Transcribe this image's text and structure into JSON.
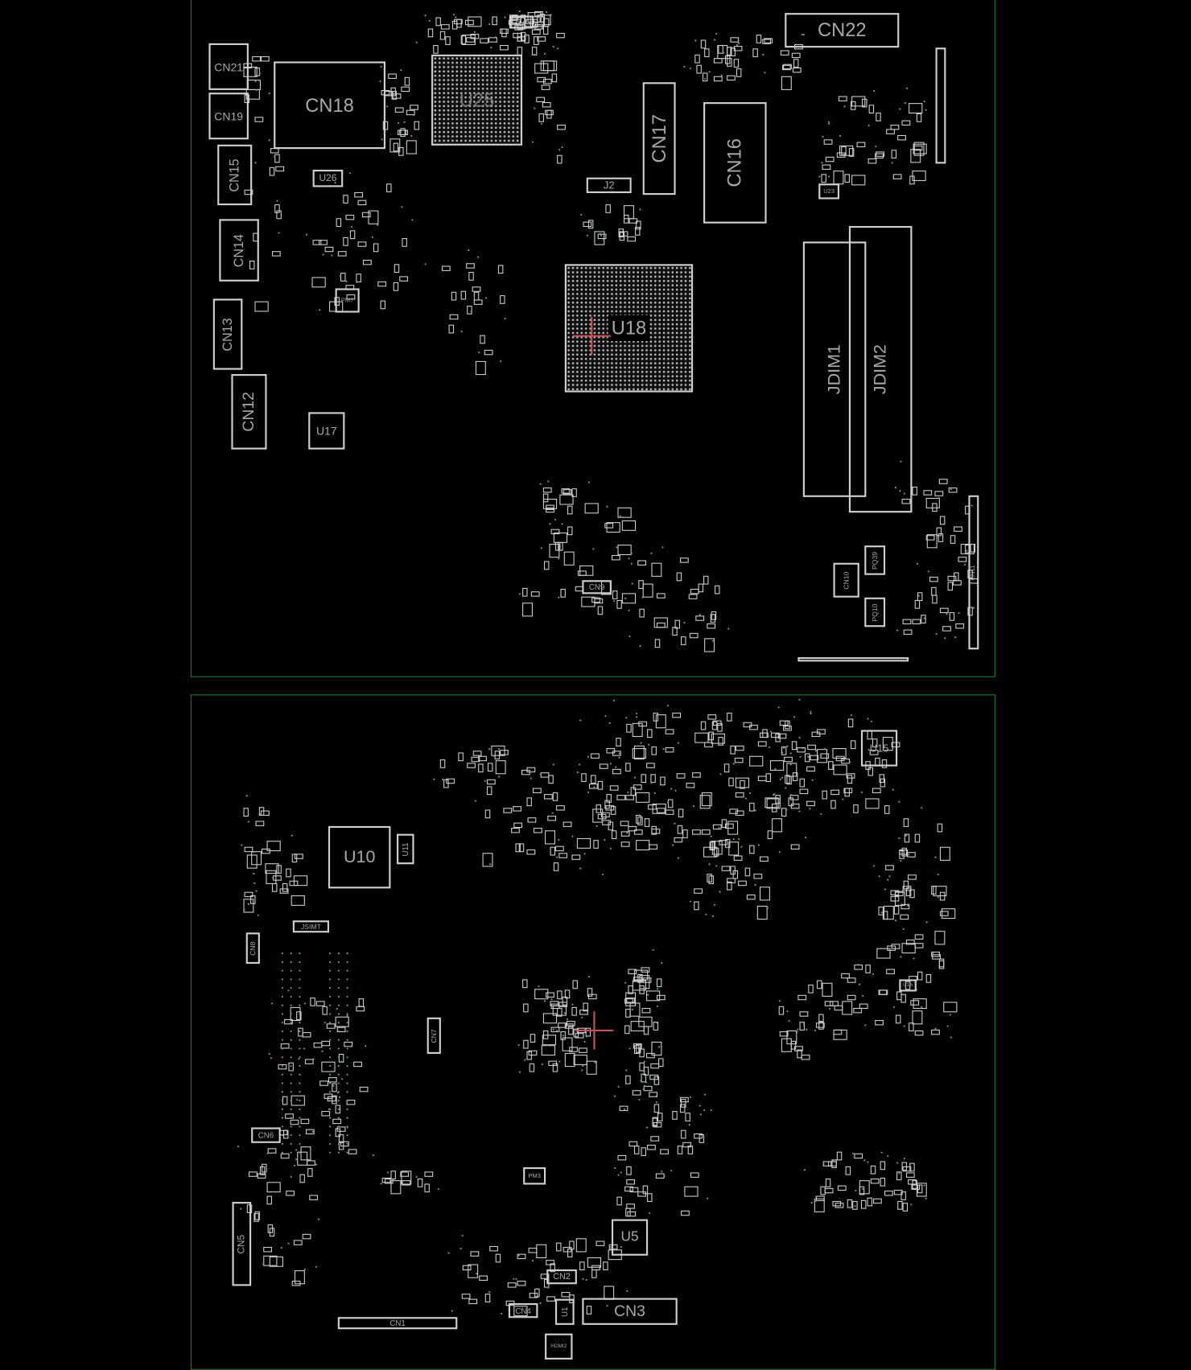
{
  "top_side": {
    "components": {
      "cn22": "CN22",
      "cn21": "CN21",
      "cn19": "CN19",
      "cn18": "CN18",
      "u25": "U25",
      "y4": "Y4",
      "cn17": "CN17",
      "cn16": "CN16",
      "j2": "J2",
      "u26": "U26",
      "cn15": "CN15",
      "cn14": "CN14",
      "cn13": "CN13",
      "cn12": "CN12",
      "u17": "U17",
      "pm7": "PM7",
      "u18": "U18",
      "jdim1": "JDIM1",
      "jdim2": "JDIM2",
      "cn9": "CN9",
      "cn10": "CN10",
      "pq39": "PQ39",
      "pq10": "PQ10",
      "u23": "U23",
      "cn11": "CN11"
    }
  },
  "bottom_side": {
    "components": {
      "u10": "U10",
      "u11": "U11",
      "jsimt": "JSIMT",
      "cn8": "CN8",
      "u15": "U15",
      "cn7": "CN7",
      "cn6": "CN6",
      "cn5": "CN5",
      "pm3": "PM3",
      "u5": "U5",
      "cn2": "CN2",
      "cn3": "CN3",
      "cn4": "CN4",
      "u1": "U1",
      "cn1": "CN1",
      "hdmi2": "HDMI2",
      "u16": "U16"
    }
  },
  "colors": {
    "outline": "#cfcfcf",
    "board_edge": "#1f7d2c",
    "cursor": "#c8505a",
    "via": "#5fa89a"
  }
}
